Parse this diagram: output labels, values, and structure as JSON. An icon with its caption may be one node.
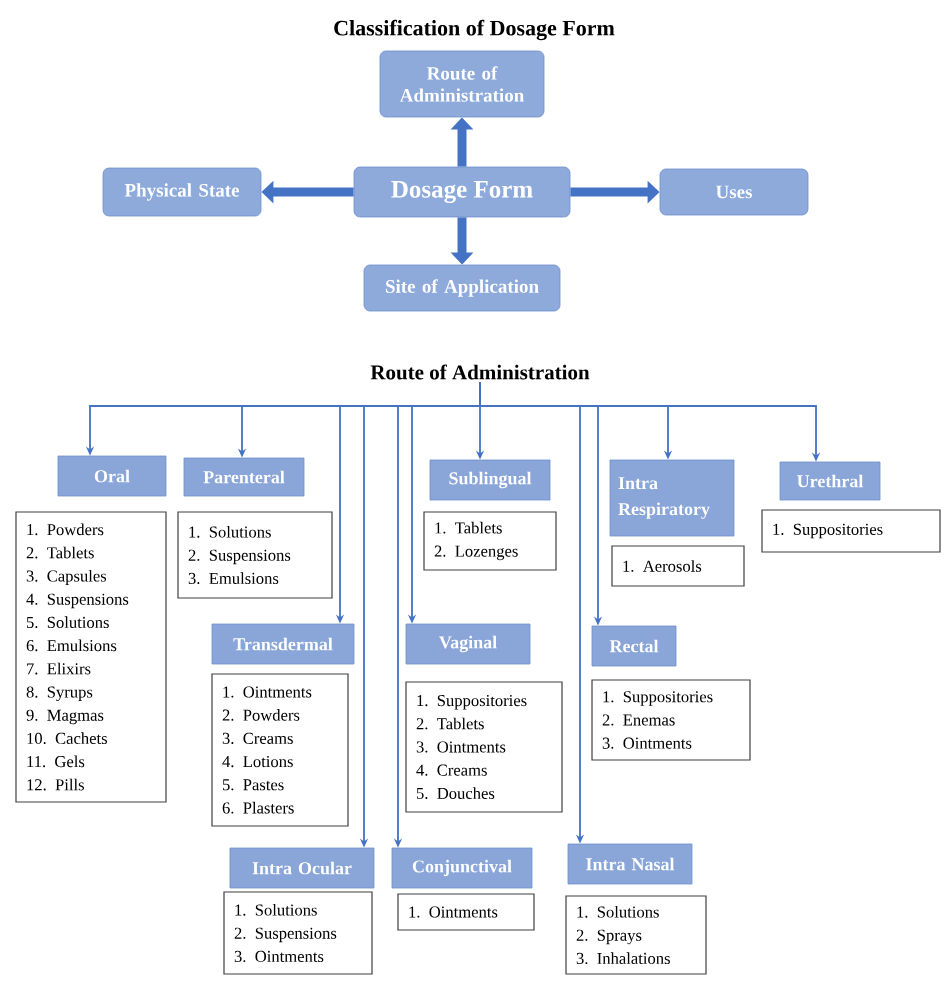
{
  "diagram": {
    "title": "Classification of Dosage Form",
    "nodes": [
      {
        "text": [
          "Dosage Form"
        ]
      },
      {
        "text": [
          "Route of Administration"
        ]
      },
      {
        "text": [
          "Physical State"
        ]
      },
      {
        "text": [
          "Uses"
        ]
      },
      {
        "text": [
          "Site of Application"
        ]
      },
      {
        "text": [
          "Route of Administration"
        ]
      },
      {
        "text": [
          "Oral"
        ]
      },
      {
        "text": [
          "1. Powders",
          "2. Tablets",
          "3. Capsules",
          "4. Suspensions",
          "5. Solutions",
          "6. Emulsions",
          "7. Elixirs",
          "8. Syrups",
          "9. Magmas",
          "10. Cachets",
          "11. Gels",
          "12. Pills"
        ]
      },
      {
        "text": [
          "Parenteral"
        ]
      },
      {
        "text": [
          "1. Solutions",
          "2. Suspensions",
          "3. Emulsions"
        ]
      },
      {
        "text": [
          "Sublingual"
        ]
      },
      {
        "text": [
          "1. Tablets",
          "2. Lozenges"
        ]
      },
      {
        "text": [
          "Intra Respiratory"
        ]
      },
      {
        "text": [
          "1. Aerosols"
        ]
      },
      {
        "text": [
          "Urethral"
        ]
      },
      {
        "text": [
          "1. Suppositories"
        ]
      },
      {
        "text": [
          "Transdermal"
        ]
      },
      {
        "text": [
          "1. Ointments",
          "2. Powders",
          "3. Creams",
          "4. Lotions",
          "5. Pastes",
          "6. Plasters"
        ]
      },
      {
        "text": [
          "Vaginal"
        ]
      },
      {
        "text": [
          "1. Suppositories",
          "2. Tablets",
          "3. Ointments",
          "4. Creams",
          "5. Douches"
        ]
      },
      {
        "text": [
          "Rectal"
        ]
      },
      {
        "text": [
          "1. Suppositories",
          "2. Enemas",
          "3. Ointments"
        ]
      },
      {
        "text": [
          "Intra Ocular"
        ]
      },
      {
        "text": [
          "1. Solutions",
          "2. Suspensions",
          "3. Ointments"
        ]
      },
      {
        "text": [
          "Conjunctival"
        ]
      },
      {
        "text": [
          "1. Ointments"
        ]
      },
      {
        "text": [
          "Intra Nasal"
        ]
      },
      {
        "text": [
          "1. Solutions",
          "2. Sprays",
          "3. Inhalations"
        ]
      }
    ],
    "edges": [
      {
        "from": 0,
        "to": 1,
        "arrow": "to",
        "style": "thick"
      },
      {
        "from": 0,
        "to": 2,
        "arrow": "to",
        "style": "thick"
      },
      {
        "from": 0,
        "to": 3,
        "arrow": "to",
        "style": "thick"
      },
      {
        "from": 0,
        "to": 4,
        "arrow": "to",
        "style": "thick"
      },
      {
        "from": 5,
        "to": 6,
        "arrow": "to"
      },
      {
        "from": 5,
        "to": 8,
        "arrow": "to"
      },
      {
        "from": 5,
        "to": 16,
        "arrow": "to"
      },
      {
        "from": 5,
        "to": 22,
        "arrow": "to"
      },
      {
        "from": 5,
        "to": 24,
        "arrow": "to"
      },
      {
        "from": 5,
        "to": 18,
        "arrow": "to"
      },
      {
        "from": 5,
        "to": 10,
        "arrow": "to"
      },
      {
        "from": 5,
        "to": 26,
        "arrow": "to"
      },
      {
        "from": 5,
        "to": 20,
        "arrow": "to"
      },
      {
        "from": 5,
        "to": 12,
        "arrow": "to"
      },
      {
        "from": 5,
        "to": 14,
        "arrow": "to"
      }
    ]
  }
}
